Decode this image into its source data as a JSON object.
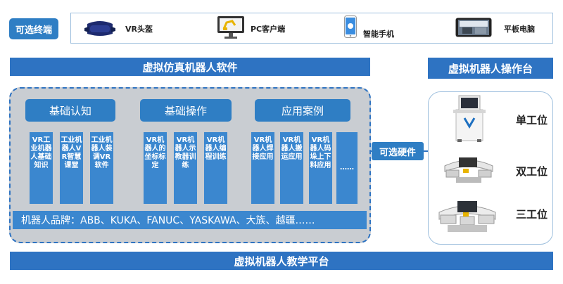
{
  "terminals": {
    "label": "可选终端",
    "items": [
      {
        "label": "VR头盔",
        "icon": "vr-headset-icon"
      },
      {
        "label": "PC客户端",
        "icon": "pc-robot-icon"
      },
      {
        "label": "智能手机",
        "icon": "smartphone-icon"
      },
      {
        "label": "平板电脑",
        "icon": "tablet-icon"
      }
    ]
  },
  "software": {
    "title": "虚拟仿真机器人软件",
    "categories": [
      "基础认知",
      "基础操作",
      "应用案例"
    ],
    "modules": [
      "VR工业机器人基础知识",
      "工业机器人VR智慧课堂",
      "工业机器人装调VR软件",
      "VR机器人的坐标标定",
      "VR机器人示教器训练",
      "VR机器人编程训练",
      "VR机器人焊接应用",
      "VR机器人搬运应用",
      "VR机器人码垛上下料应用",
      "……"
    ],
    "brands": "机器人品牌：ABB、KUKA、FANUC、YASKAWA、大族、越疆……"
  },
  "hardware_label": "可选硬件",
  "console": {
    "title": "虚拟机器人操作台",
    "stations": [
      {
        "label": "单工位",
        "icon": "single-station-icon"
      },
      {
        "label": "双工位",
        "icon": "double-station-icon"
      },
      {
        "label": "三工位",
        "icon": "triple-station-icon"
      }
    ]
  },
  "platform_title": "虚拟机器人教学平台",
  "colors": {
    "primary": "#2e73c2",
    "panel": "#c9cdd2",
    "accent": "#3b87cf"
  }
}
